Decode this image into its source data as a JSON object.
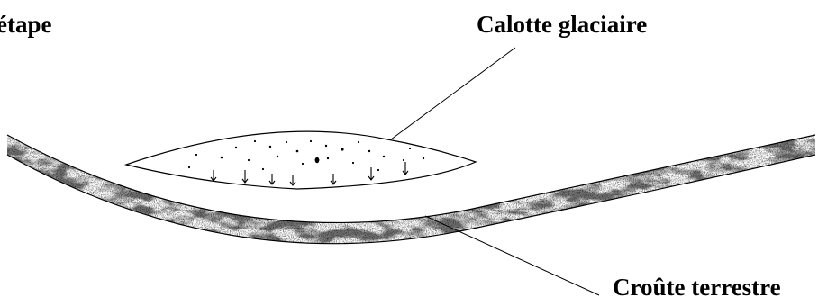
{
  "labels": {
    "stage": "étape",
    "ice_cap": "Calotte glaciaire",
    "crust": "Croûte terrestre"
  },
  "colors": {
    "ink": "#000000",
    "speckle": "#555555",
    "background": "#ffffff"
  }
}
